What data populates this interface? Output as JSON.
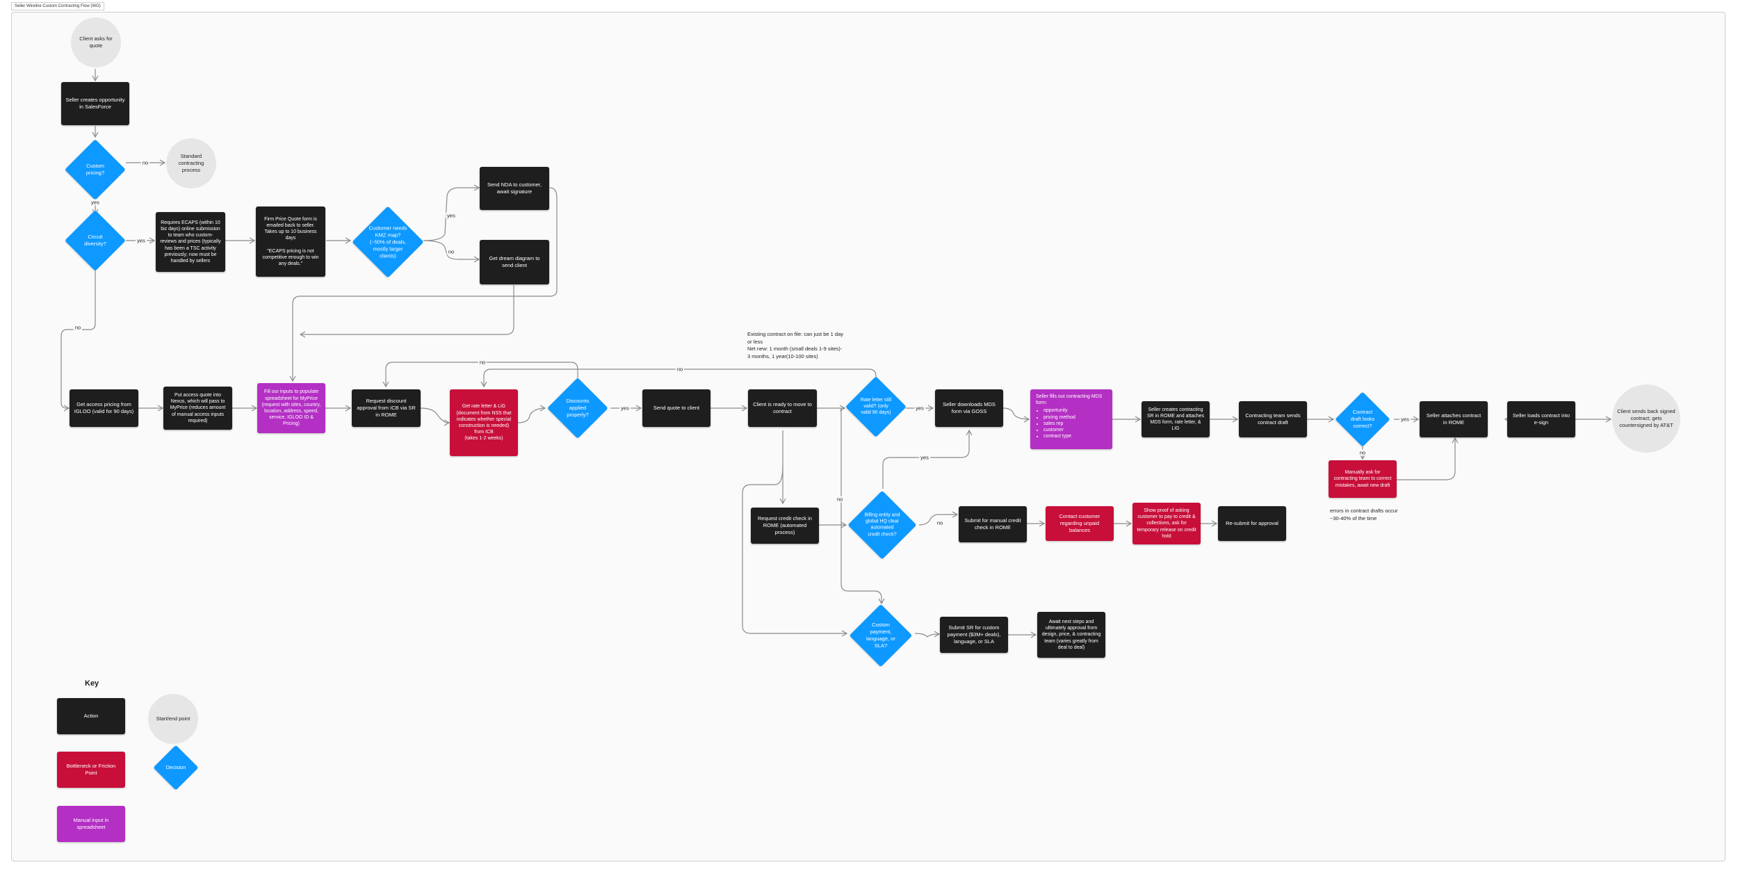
{
  "frame_title": "Seller Wireline Custom Contracting Flow (WO)",
  "colors": {
    "action": "#1e1e1e",
    "bottleneck": "#c70f3a",
    "manual": "#b42fc4",
    "decision": "#0d99ff",
    "terminal": "#e6e6e6",
    "edge": "#8a8a8a"
  },
  "nodes": {
    "client_asks": "Client asks for quote",
    "seller_creates_opp": "Seller creates opportunity in SalesForce",
    "custom_pricing": "Custom pricing?",
    "standard_process": "Standard contracting process",
    "circuit_diversity": "Circuit diversity?",
    "requires_ecaps": "Requires ECAPS (within 10 biz days) online submission to team who custom-reviews and prices (typically has been a TSC activity previously; now must be handled by sellers",
    "firm_price_quote": "Firm Price Quote form is emailed back to seller. Takes up to 10 business days\n\n\"ECAPS pricing is not competitive enough to win any deals.\"",
    "needs_kmz": "Customer needs KMZ map? (~50% of deals, mostly larger clients)",
    "send_nda": "Send NDA to customer, await signature",
    "get_dream_diagram": "Get dream diagram to send client",
    "get_access_pricing": "Get access pricing from IGLOO (valid for 90 days)",
    "put_access_quote": "Put access quote into Nexus, which will pass to MyPrice (reduces amount of manual access inputs required)",
    "fill_inputs": "Fill our inputs to populate spreadsheet for MyPrice (request with sites, country, location, address, speed, service, IGLOO ID & Pricing)",
    "request_discount": "Request discount approval from ICB via SR in ROME",
    "get_rate_letter": "Get rate letter & LiG (document from NSS that indicates whether special construction is needed) from ICB\n(takes 1-2 weeks)",
    "discounts_applied": "Discounts applied properly?",
    "send_quote": "Send quote to client",
    "client_ready": "Client is ready to move to contract",
    "rate_letter_valid": "Rate letter still valid? (only valid 90 days)",
    "seller_downloads_mds": "Seller downloads MDS form via GOSS",
    "seller_fills_mds_title": "Seller fills out contracting MDS form:",
    "seller_fills_mds_items": [
      "opportunity",
      "pricing method",
      "sales rep",
      "customer",
      "contract type"
    ],
    "seller_creates_sr": "Seller creates contracting SR in ROME and attaches MDS form, rate letter, & LIG",
    "contracting_team_sends": "Contracting team sends contract draft",
    "draft_correct": "Contract draft looks correct?",
    "seller_attaches": "Seller attaches contract in ROME",
    "seller_loads": "Seller loads contract into e-sign",
    "client_sends_back": "Client sends back signed contract; gets countersigned by AT&T",
    "manually_ask": "Manually ask for contracting team to correct mistakes, await new draft",
    "request_credit_check": "Request credit check in ROME (automated process)",
    "billing_entity": "Billing entity and global HQ clear automated credit check?",
    "submit_manual_credit": "Submit for manual credit check in ROME",
    "contact_customer": "Contact customer regarding unpaid balances",
    "show_proof": "Show proof of asking customer to pay to credit & collections, ask for temporary release on credit hold",
    "resubmit": "Re-submit for approval",
    "custom_payment": "Custom payment, language, or SLA?",
    "submit_sr_custom": "Submit SR for custom payment ($3M+ deals), language, or SLA",
    "await_next_steps": "Await next steps and ultimately approval from design, price, & contracting team (varies greatly from deal to deal)"
  },
  "edge_labels": {
    "no_custom_pricing": "no",
    "yes_custom_pricing": "yes",
    "yes_circuit": "yes",
    "no_circuit": "no",
    "yes_kmz": "yes",
    "no_kmz": "no",
    "no_discounts": "no",
    "yes_discounts": "yes",
    "no_rate_letter": "no",
    "yes_rate_letter": "yes",
    "no_rate_letter_down": "no",
    "no_billing": "no",
    "yes_billing": "yes",
    "yes_draft": "yes",
    "no_draft": "no"
  },
  "notes": {
    "existing_contract": "Existing contract on file: can just be 1 day or less\nNet new: 1 month (small deals 1-9 sites)- 3 months, 1 year(10-100 sites)",
    "errors_note": "errors in contract drafts occur ~30-40% of the time"
  },
  "key": {
    "title": "Key",
    "action": "Action",
    "start_end": "Start/end point",
    "bottleneck": "Bottleneck or Friction Point",
    "decision": "Decision",
    "manual": "Manual input in spreadsheet"
  }
}
